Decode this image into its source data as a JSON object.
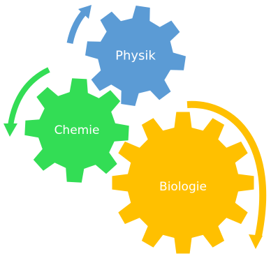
{
  "diagram": {
    "gears": [
      {
        "id": "physik",
        "label": "Physik",
        "color": "#5b9bd5"
      },
      {
        "id": "chemie",
        "label": "Chemie",
        "color": "#33dd55"
      },
      {
        "id": "biologie",
        "label": "Biologie",
        "color": "#ffc000"
      }
    ],
    "arrows": [
      {
        "id": "physik-arrow",
        "color": "#5b9bd5",
        "direction": "clockwise"
      },
      {
        "id": "chemie-arrow",
        "color": "#33dd55",
        "direction": "counterclockwise"
      },
      {
        "id": "biologie-arrow",
        "color": "#ffc000",
        "direction": "clockwise"
      }
    ]
  }
}
